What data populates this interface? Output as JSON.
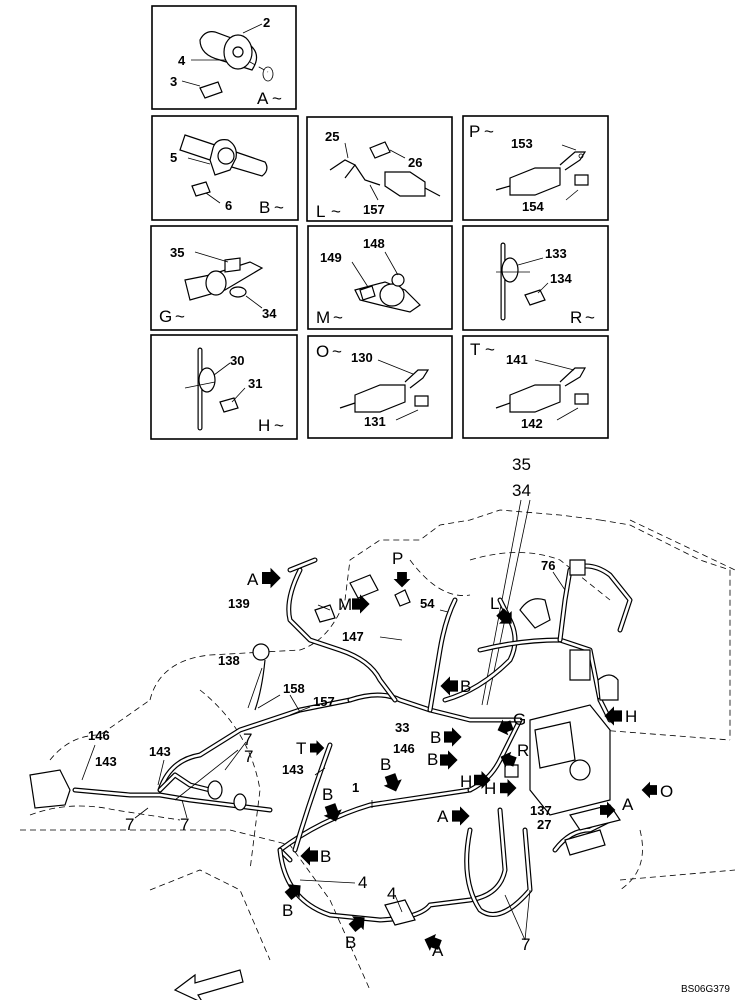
{
  "details": [
    {
      "id": "A",
      "title": "A",
      "parts": [
        "2",
        "4",
        "3"
      ]
    },
    {
      "id": "B",
      "title": "B",
      "parts": [
        "5",
        "6"
      ]
    },
    {
      "id": "L",
      "title": "L",
      "parts": [
        "25",
        "26",
        "157"
      ]
    },
    {
      "id": "P",
      "title": "P",
      "parts": [
        "153",
        "154"
      ]
    },
    {
      "id": "G",
      "title": "G",
      "parts": [
        "35",
        "34"
      ]
    },
    {
      "id": "M",
      "title": "M",
      "parts": [
        "149",
        "148"
      ]
    },
    {
      "id": "R",
      "title": "R",
      "parts": [
        "133",
        "134"
      ]
    },
    {
      "id": "H",
      "title": "H",
      "parts": [
        "30",
        "31"
      ]
    },
    {
      "id": "O",
      "title": "O",
      "parts": [
        "130",
        "131"
      ]
    },
    {
      "id": "T",
      "title": "T",
      "parts": [
        "141",
        "142"
      ]
    }
  ],
  "tilde": "~",
  "main": {
    "top_labels": [
      "35",
      "34"
    ],
    "part_labels": [
      "76",
      "54",
      "139",
      "147",
      "138",
      "158",
      "157",
      "146",
      "143",
      "143",
      "7",
      "7",
      "7",
      "7",
      "143",
      "33",
      "146",
      "1",
      "137",
      "27",
      "4",
      "4",
      "7"
    ],
    "view_arrows": [
      "A",
      "P",
      "M",
      "L",
      "H",
      "B",
      "G",
      "B",
      "R",
      "B",
      "H",
      "H",
      "T",
      "B",
      "B",
      "O",
      "A",
      "A",
      "B",
      "B",
      "B",
      "A"
    ]
  },
  "drawing_code": "BS06G379"
}
